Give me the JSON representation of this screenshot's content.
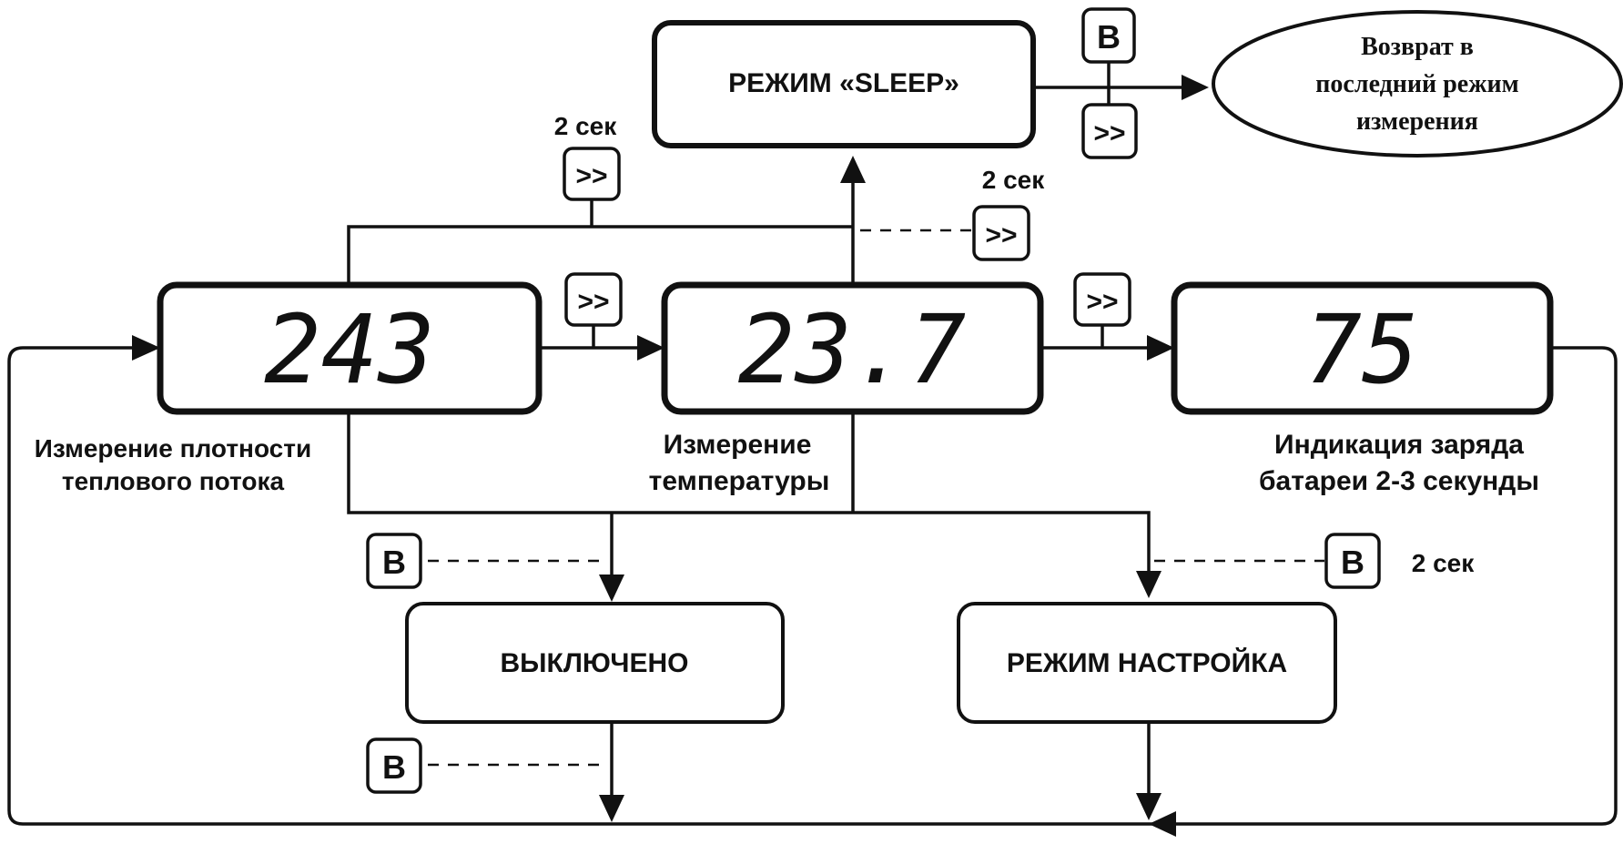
{
  "sleep_mode": {
    "label": "РЕЖИМ «SLEEP»"
  },
  "return_node": {
    "lines": [
      "Возврат в",
      "последний режим",
      "измерения"
    ]
  },
  "displays": [
    {
      "value": "243",
      "caption": [
        "Измерение плотности",
        "теплового потока"
      ]
    },
    {
      "value": "23.7",
      "caption": [
        "Измерение",
        "температуры"
      ]
    },
    {
      "value": "75",
      "caption": [
        "Индикация заряда",
        "батареи 2-3 секунды"
      ]
    }
  ],
  "off_mode": {
    "label": "ВЫКЛЮЧЕНО"
  },
  "setup_mode": {
    "label": "РЕЖИМ НАСТРОЙКА"
  },
  "buttons": {
    "forward": ">>",
    "b": "B"
  },
  "timings": {
    "hold_left": "2 сек",
    "hold_mid": "2 сек",
    "hold_setup": "2 сек"
  }
}
